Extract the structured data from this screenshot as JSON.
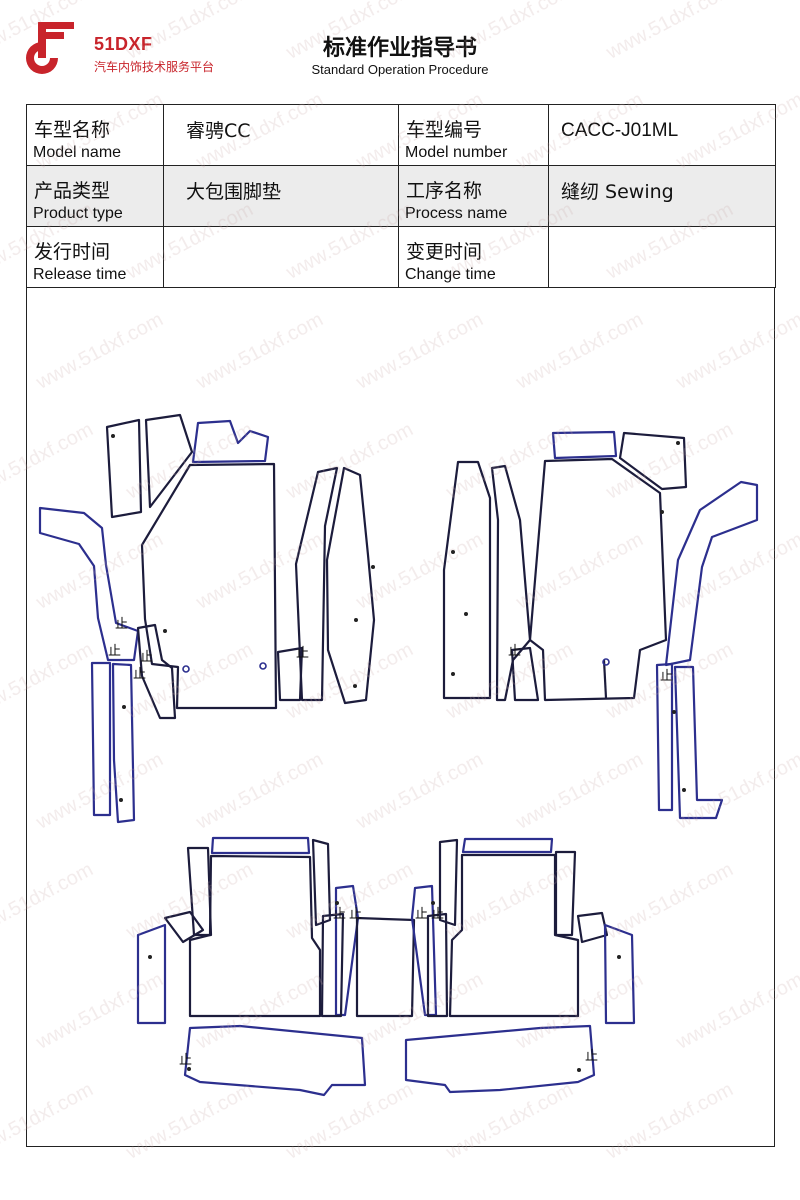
{
  "header": {
    "brand_name": "51DXF",
    "brand_tagline": "汽车内饰技术服务平台",
    "title": "标准作业指导书",
    "subtitle": "Standard Operation Procedure",
    "brand_color": "#c8242b"
  },
  "info_table": {
    "rows": [
      {
        "left_label_cn": "车型名称",
        "left_label_en": "Model name",
        "left_value": "睿骋CC",
        "right_label_cn": "车型编号",
        "right_label_en": "Model number",
        "right_value": "CACC-J01ML"
      },
      {
        "left_label_cn": "产品类型",
        "left_label_en": "Product type",
        "left_value": "大包围脚垫",
        "right_label_cn": "工序名称",
        "right_label_en": "Process name",
        "right_value": "缝纫 Sewing"
      },
      {
        "left_label_cn": "发行时间",
        "left_label_en": "Release time",
        "left_value": "",
        "right_label_cn": "变更时间",
        "right_label_en": "Change time",
        "right_value": ""
      }
    ]
  },
  "drawing": {
    "stop_mark": "止",
    "watermark": "www.51dxf.com",
    "outline_color": "#1c1c3c",
    "edge_color": "#2c2f8e"
  }
}
